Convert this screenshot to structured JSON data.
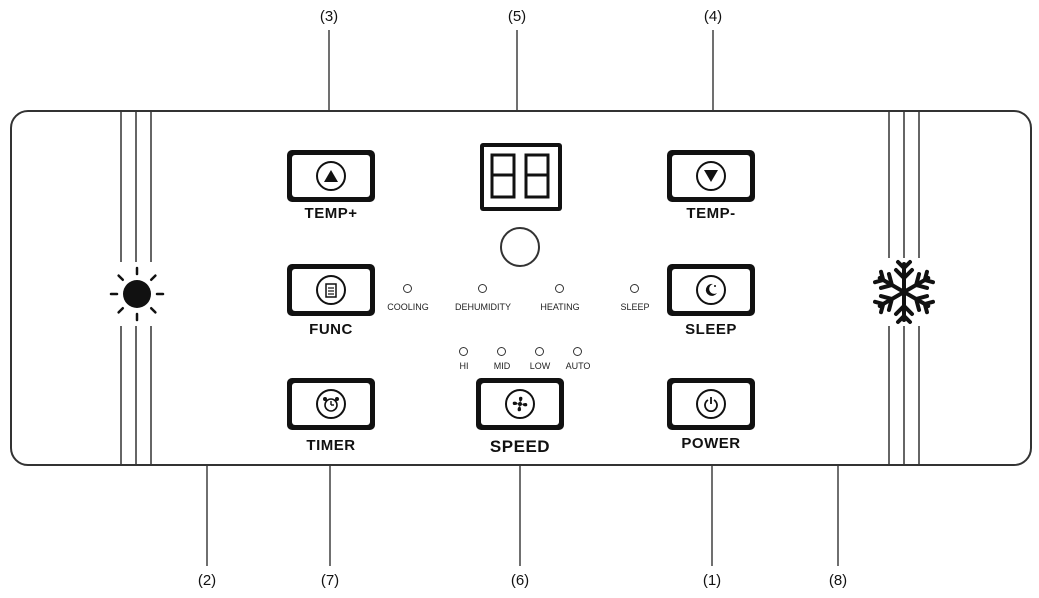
{
  "callouts": {
    "c1": "(1)",
    "c2": "(2)",
    "c3": "(3)",
    "c4": "(4)",
    "c5": "(5)",
    "c6": "(6)",
    "c7": "(7)",
    "c8": "(8)"
  },
  "buttons": {
    "temp_plus": "TEMP+",
    "temp_minus": "TEMP-",
    "func": "FUNC",
    "sleep": "SLEEP",
    "timer": "TIMER",
    "speed": "SPEED",
    "power": "POWER"
  },
  "mode_indicators": [
    "COOLING",
    "DEHUMIDITY",
    "HEATING",
    "SLEEP"
  ],
  "speed_indicators": [
    "HI",
    "MID",
    "LOW",
    "AUTO"
  ],
  "display": {
    "digits": "88"
  },
  "icons": {
    "heat": "sun-icon",
    "cool": "snowflake-icon",
    "temp_plus": "triangle-up-icon",
    "temp_minus": "triangle-down-icon",
    "func": "document-icon",
    "sleep": "moon-icon",
    "timer": "alarm-clock-icon",
    "speed": "fan-icon",
    "power": "power-icon"
  }
}
